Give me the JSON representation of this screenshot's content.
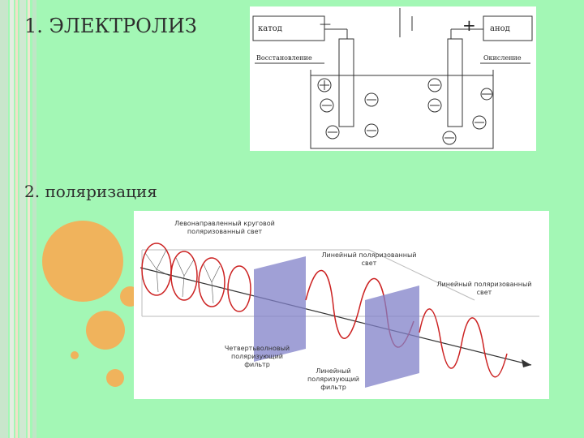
{
  "slide": {
    "heading_1": "1. ЭЛЕКТРОЛИЗ",
    "heading_2": "2. поляризация",
    "colors": {
      "background": "#a3f7b5",
      "accent": "#f0b35c",
      "filter": "#8080c8",
      "field_red": "#cc2222"
    }
  },
  "electrolysis": {
    "label_cathode": "катод",
    "label_anode": "анод",
    "label_reduction": "Восстановление",
    "label_oxidation": "Окисление",
    "sign_minus": "—",
    "sign_plus": "+"
  },
  "polarization": {
    "label_left_circular": [
      "Левонаправленный круговой",
      "поляризованный свет"
    ],
    "label_linear_1": [
      "Линейный поляризованный",
      "свет"
    ],
    "label_linear_2": [
      "Линейный поляризованный",
      "свет"
    ],
    "label_quarter_wave": [
      "Четвертьволновый",
      "поляризующий",
      "фильтр"
    ],
    "label_linear_filter": [
      "Линейный",
      "поляризующий",
      "фильтр"
    ]
  }
}
